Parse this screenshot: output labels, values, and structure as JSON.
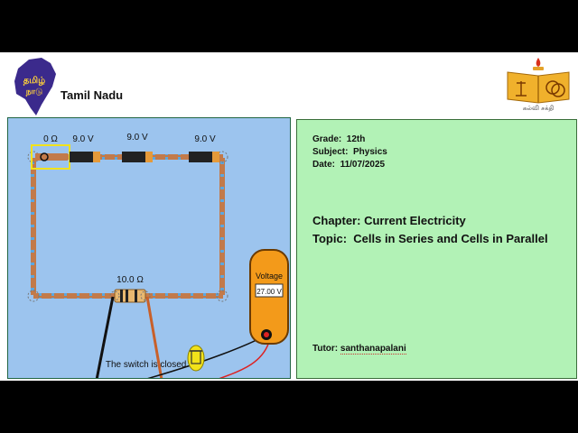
{
  "header": {
    "state_name": "Tamil Nadu",
    "left_logo_text_line1": "தமிழ்",
    "left_logo_text_line2": "நாடு",
    "right_logo_caption": "கல்வி சக்தி"
  },
  "simulation": {
    "switch_resistance": "0 Ω",
    "cells": [
      "9.0 V",
      "9.0 V",
      "9.0 V"
    ],
    "resistor_label": "10.0 Ω",
    "voltmeter_title": "Voltage",
    "voltmeter_reading": "27.00 V",
    "status_text": "The switch is closed."
  },
  "info": {
    "grade_label": "Grade:",
    "grade_value": "12th",
    "subject_label": "Subject:",
    "subject_value": "Physics",
    "date_label": "Date:",
    "date_value": "11/07/2025",
    "chapter_label": "Chapter:",
    "chapter_value": "Current Electricity",
    "topic_label": "Topic:",
    "topic_value": "Cells in Series and Cells in Parallel",
    "tutor_label": "Tutor:",
    "tutor_value": "santhanapalani"
  },
  "colors": {
    "sim_background": "#9cc4ee",
    "info_background": "#b2f2b6",
    "wire": "#c27a4a",
    "voltmeter": "#f39a1a"
  }
}
